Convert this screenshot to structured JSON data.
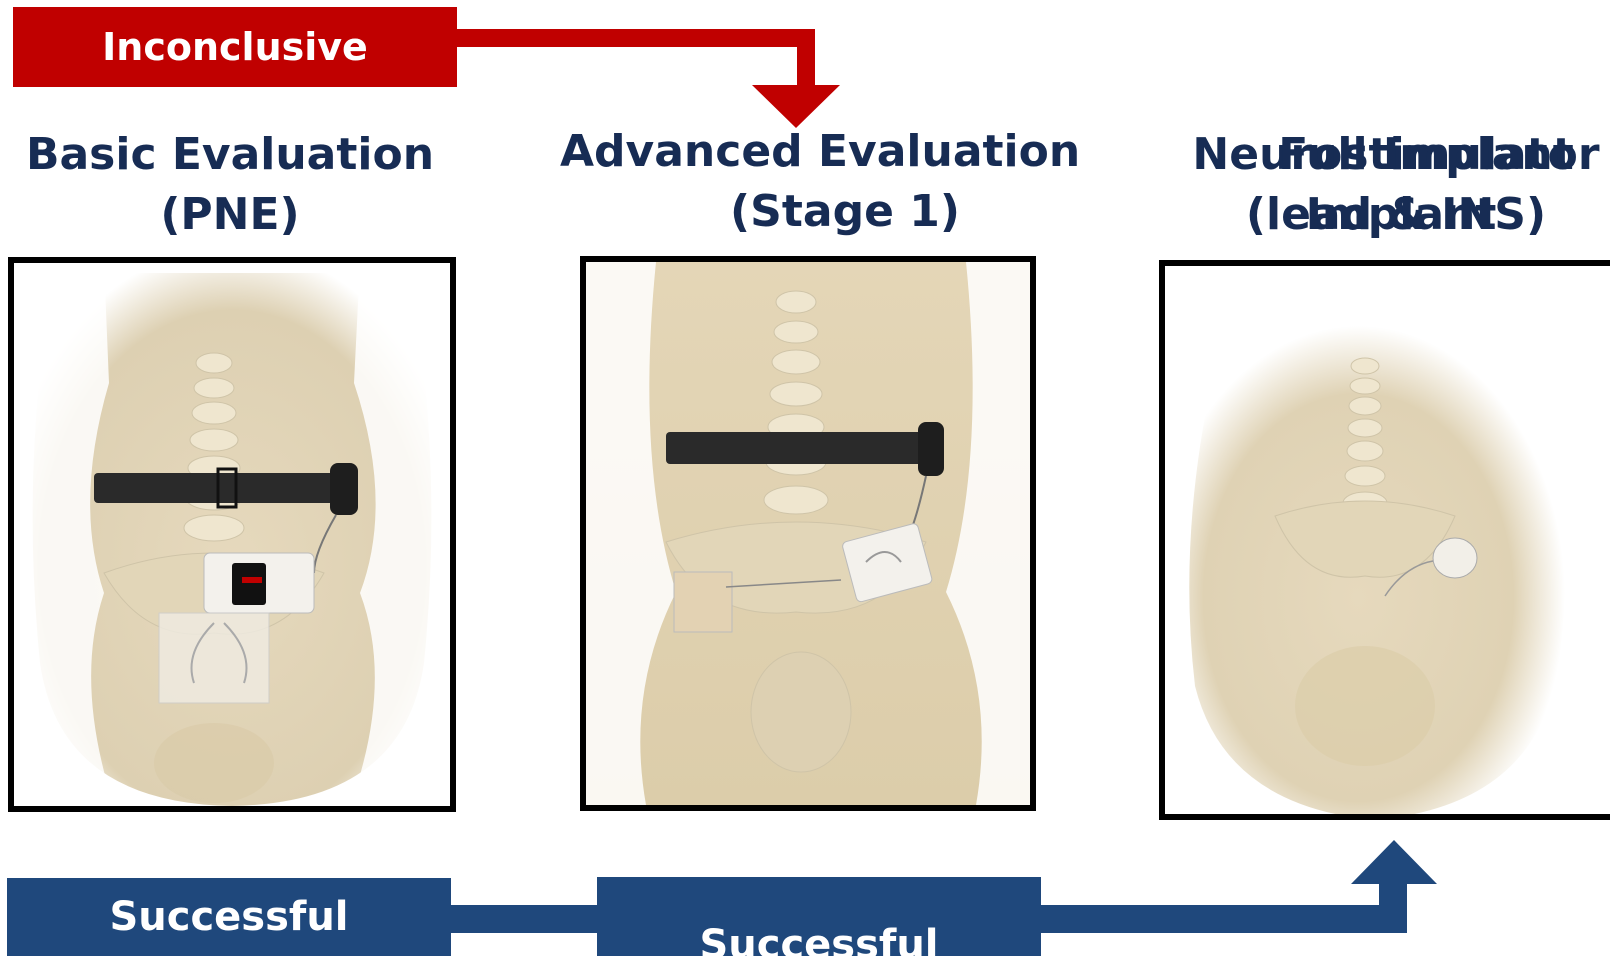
{
  "top_bar": {
    "label": "Inconclusive",
    "color": "#c00000"
  },
  "headings": {
    "basic": {
      "line1": "Basic Evaluation",
      "line2": "(PNE)"
    },
    "advanced": {
      "line1": "Advanced Evaluation",
      "line2": "(Stage 1)"
    },
    "full": {
      "line1": "Neurostimulator",
      "line2": "(lead & INS)",
      "overlay_line1": "Full Implant",
      "overlay_line2": "Implant"
    }
  },
  "bottom_bars": {
    "first": {
      "label": "Successful"
    },
    "second": {
      "label": "Successful"
    },
    "color": "#1f487c"
  },
  "colors": {
    "heading": "#172c54",
    "skin": "#e6d9bd",
    "bone": "#efe6cf",
    "belt": "#2a2a2a"
  },
  "icons": {
    "panel1": "torso-with-belt-and-external-stimulator",
    "panel2": "torso-with-belt-and-lead",
    "panel3": "torso-with-implanted-stimulator"
  }
}
